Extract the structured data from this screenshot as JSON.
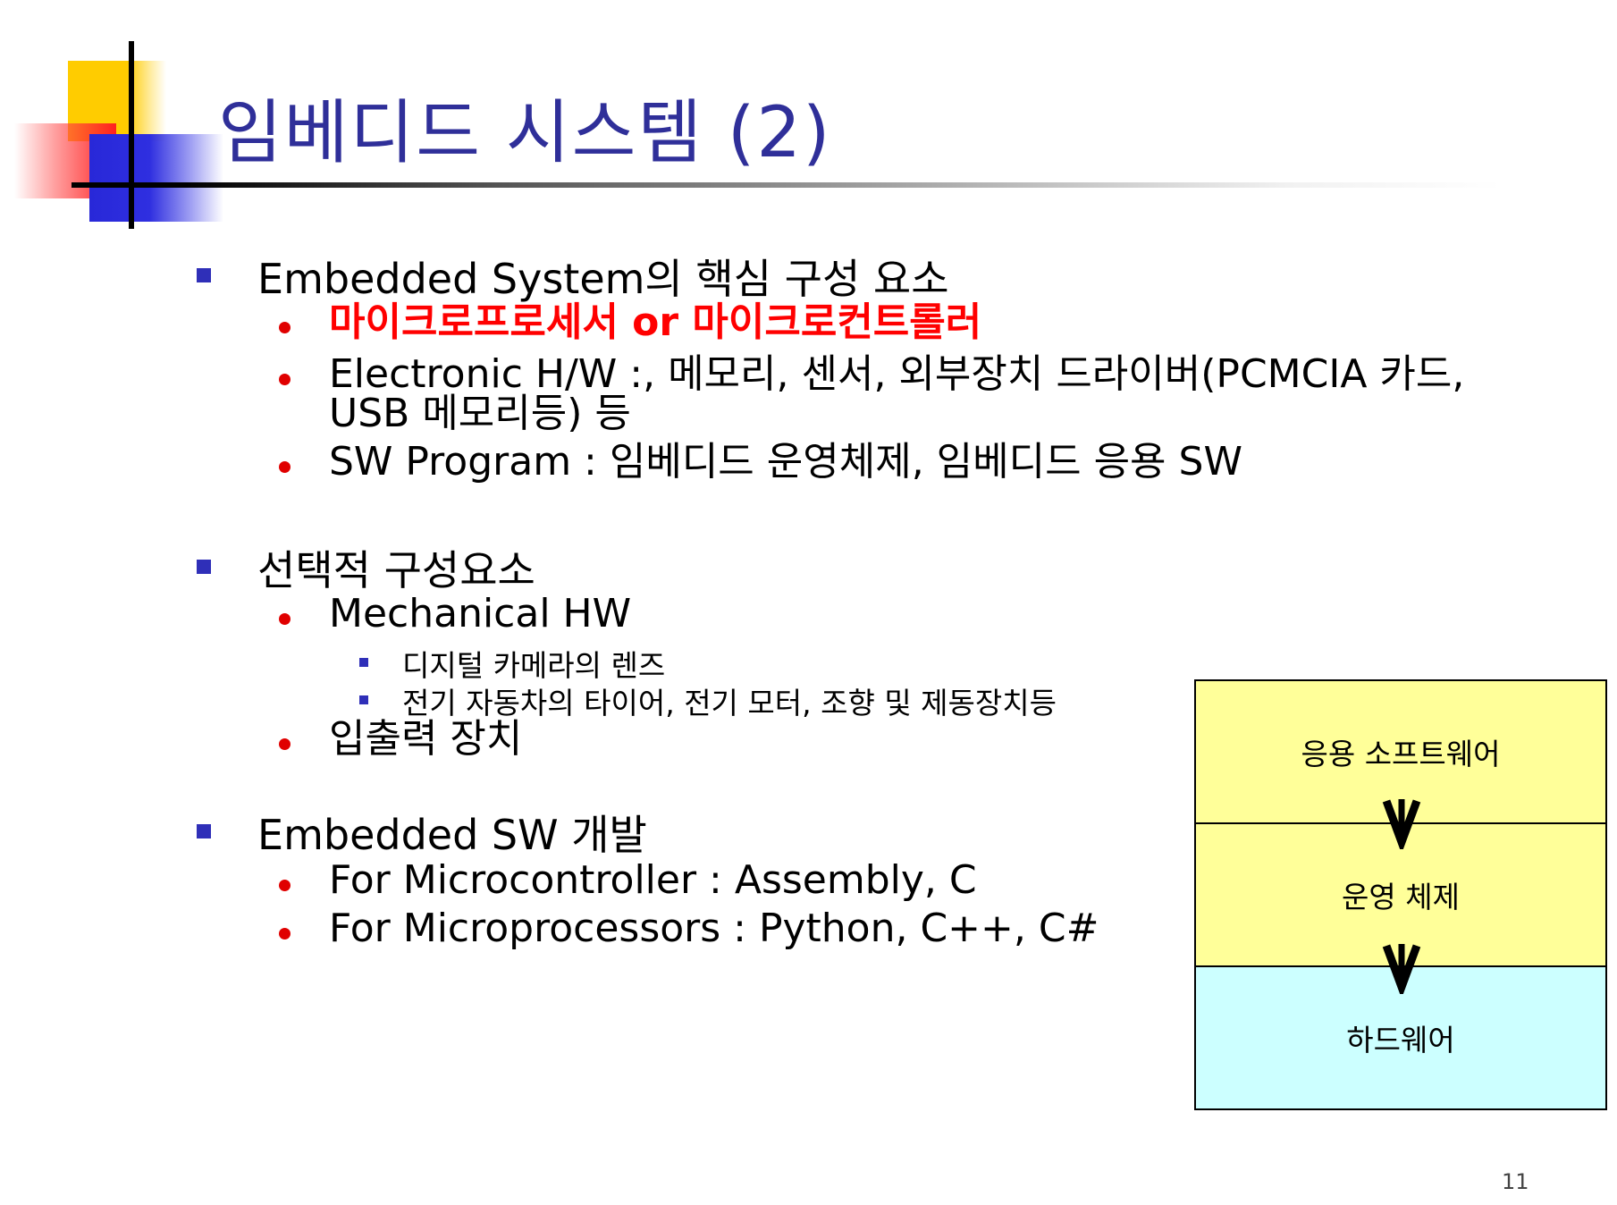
{
  "title": "임베디드 시스템 (2)",
  "sections": [
    {
      "heading": "Embedded System의 핵심 구성 요소",
      "items": [
        {
          "text": "마이크로프로세서 or 마이크로컨트롤러"
        },
        {
          "line1": "Electronic H/W :, 메모리, 센서, 외부장치 드라이버(PCMCIA 카드,",
          "line2": "USB 메모리등) 등"
        },
        {
          "text": "SW Program : 임베디드 운영체제, 임베디드 응용 SW"
        }
      ]
    },
    {
      "heading": "선택적 구성요소",
      "items": [
        {
          "text": "Mechanical HW",
          "subitems": [
            "디지털 카메라의 렌즈",
            "전기 자동차의 타이어, 전기 모터, 조향 및 제동장치등"
          ]
        },
        {
          "text": "입출력 장치"
        }
      ]
    },
    {
      "heading": "Embedded SW 개발",
      "items": [
        {
          "text": "For Microcontroller : Assembly, C"
        },
        {
          "text": "For Microprocessors : Python, C++, C#"
        }
      ]
    }
  ],
  "diagram": {
    "layers": [
      "응용 소프트웨어",
      "운영 체제",
      "하드웨어"
    ],
    "colors": {
      "app": "#ffff99",
      "os": "#ffff99",
      "hw": "#ccffff"
    }
  },
  "page_number": "11",
  "colors": {
    "title": "#2f2f99",
    "highlight": "#ff0000",
    "bullet_square": "#2f2fb8",
    "bullet_dot": "#e00000"
  }
}
